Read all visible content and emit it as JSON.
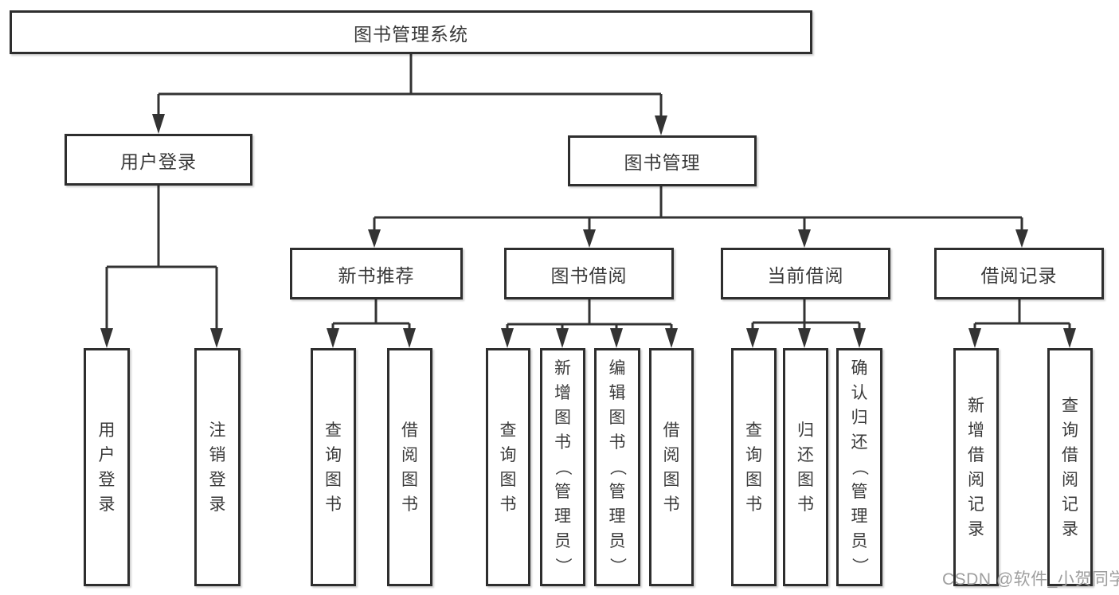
{
  "diagram_title": "图书管理系统",
  "tree": {
    "root": {
      "label": "图书管理系统"
    },
    "children": [
      {
        "label": "用户登录",
        "children": [
          {
            "label": "用户登录"
          },
          {
            "label": "注销登录"
          }
        ]
      },
      {
        "label": "图书管理",
        "children": [
          {
            "label": "新书推荐",
            "children": [
              {
                "label": "查询图书"
              },
              {
                "label": "借阅图书"
              }
            ]
          },
          {
            "label": "图书借阅",
            "children": [
              {
                "label": "查询图书"
              },
              {
                "label": "新增图书（管理员）"
              },
              {
                "label": "编辑图书（管理员）"
              },
              {
                "label": "借阅图书"
              }
            ]
          },
          {
            "label": "当前借阅",
            "children": [
              {
                "label": "查询图书"
              },
              {
                "label": "归还图书"
              },
              {
                "label": "确认归还（管理员）"
              }
            ]
          },
          {
            "label": "借阅记录",
            "children": [
              {
                "label": "新增借阅记录"
              },
              {
                "label": "查询借阅记录"
              }
            ]
          }
        ]
      }
    ]
  },
  "watermark": {
    "text": "CSDN @软件_小贺同学"
  },
  "colors": {
    "line": "#333333",
    "box_border": "#2e2e2e",
    "box_fill": "#ffffff",
    "text": "#3a3a3a",
    "watermark": "#9e9e9e",
    "background": "#ffffff"
  }
}
